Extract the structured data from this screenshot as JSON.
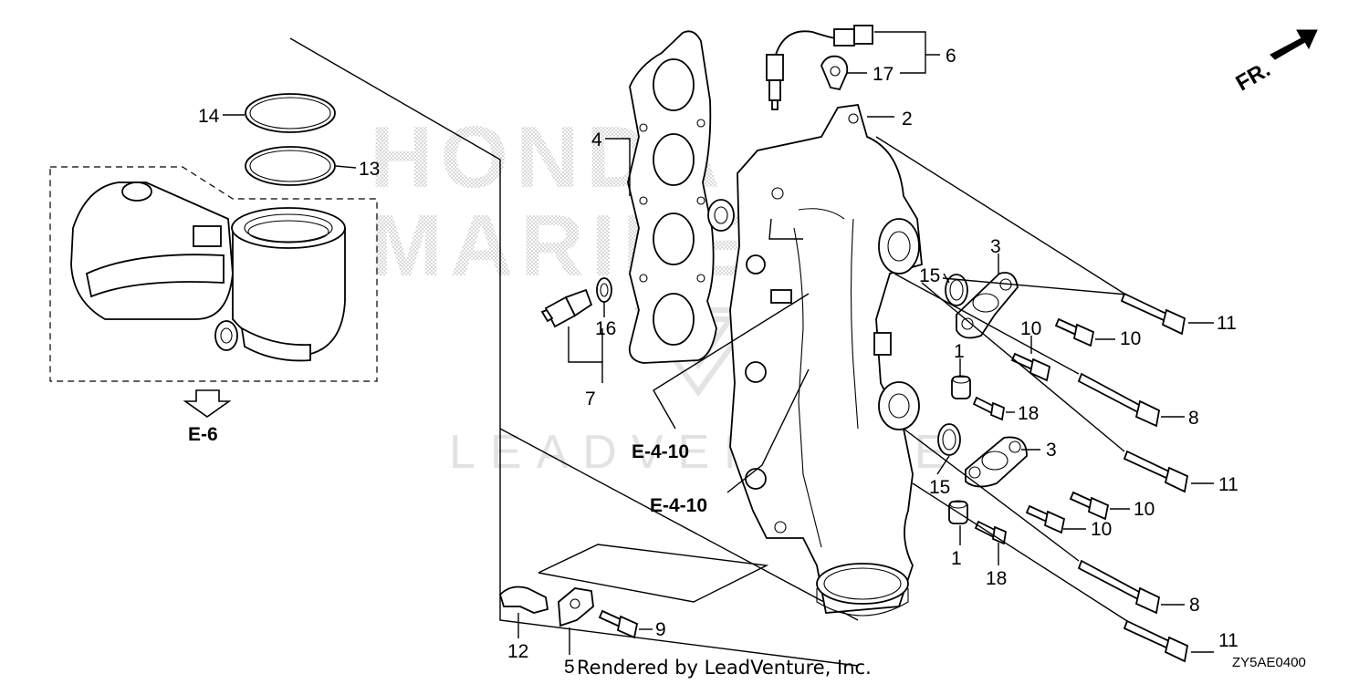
{
  "watermark": {
    "top": "HONDA",
    "middle": "MARINE",
    "bottom": "LEADVENTURE"
  },
  "direction": {
    "label": "FR."
  },
  "references": {
    "e6": "E-6",
    "e410_upper": "E-4-10",
    "e410_lower": "E-4-10"
  },
  "callouts": {
    "p1a": "1",
    "p1b": "1",
    "p2": "2",
    "p3a": "3",
    "p3b": "3",
    "p4": "4",
    "p5": "5",
    "p6": "6",
    "p7": "7",
    "p8a": "8",
    "p8b": "8",
    "p9": "9",
    "p10a": "10",
    "p10b": "10",
    "p10c": "10",
    "p10d": "10",
    "p11a": "11",
    "p11b": "11",
    "p11c": "11",
    "p12": "12",
    "p13": "13",
    "p14": "14",
    "p15a": "15",
    "p15b": "15",
    "p16": "16",
    "p17": "17",
    "p18a": "18",
    "p18b": "18"
  },
  "credit": "Rendered by LeadVenture, Inc.",
  "diagram_code": "ZY5AE0400"
}
